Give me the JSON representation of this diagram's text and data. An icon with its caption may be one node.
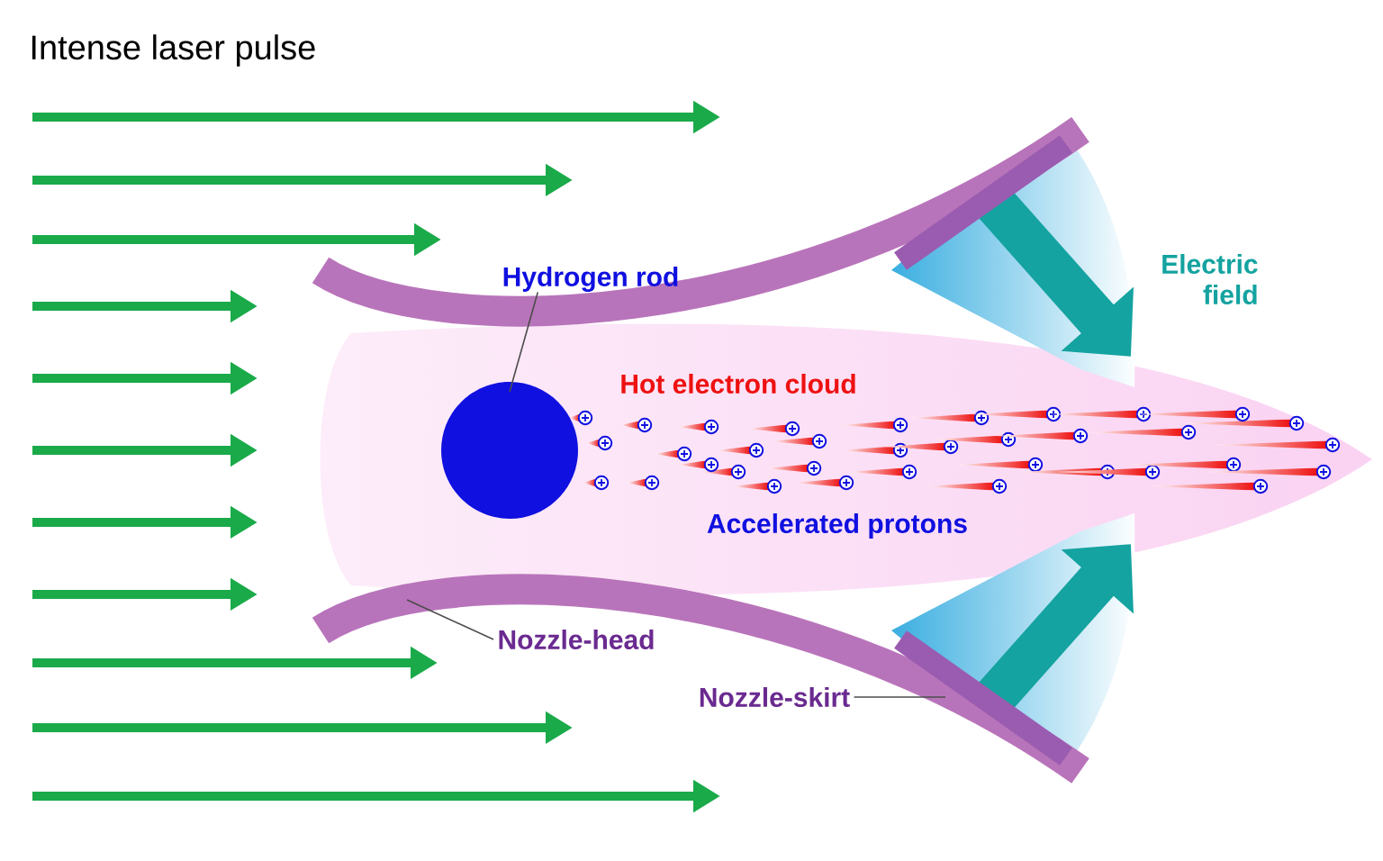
{
  "diagram": {
    "nodes": [
      {
        "text": [
          "Hydrogen rod"
        ]
      },
      {
        "text": [],
        "shape": "circle"
      },
      {
        "text": [
          "Nozzle-head"
        ]
      },
      {
        "text": [
          "Nozzle-skirt"
        ]
      }
    ],
    "edges": [
      {
        "from": 0,
        "to": 1,
        "arrow": "none"
      },
      {
        "from": 2,
        "to": null,
        "arrow": "none"
      },
      {
        "from": 3,
        "to": null,
        "arrow": "none"
      }
    ],
    "labels": [
      "Intense laser pulse",
      "Electric field",
      "Hot electron cloud",
      "Accelerated protons"
    ]
  }
}
